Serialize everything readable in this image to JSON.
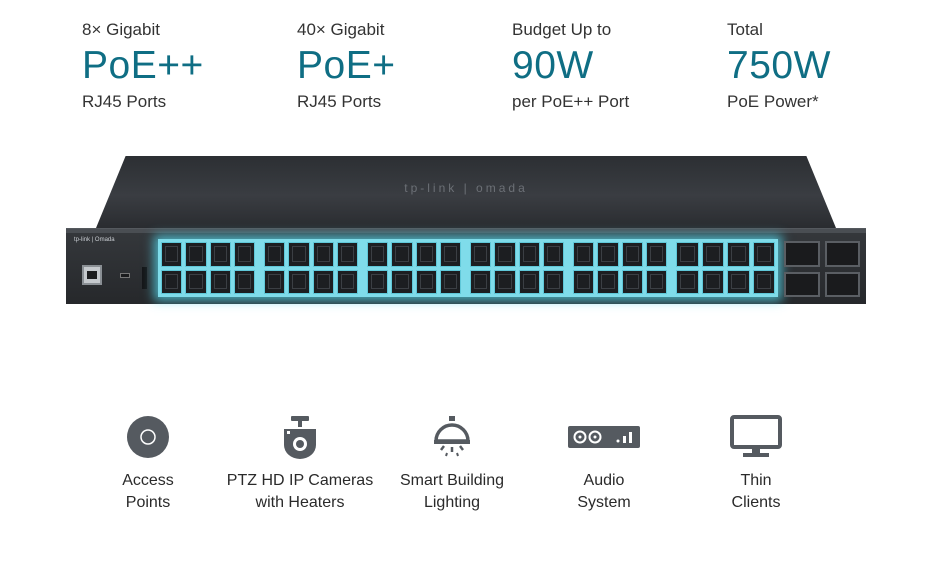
{
  "stats": [
    {
      "top": "8× Gigabit",
      "big": "PoE++",
      "bottom": "RJ45 Ports"
    },
    {
      "top": "40× Gigabit",
      "big": "PoE+",
      "bottom": "RJ45 Ports"
    },
    {
      "top": "Budget Up to",
      "big": "90W",
      "bottom": "per PoE++ Port"
    },
    {
      "top": "Total",
      "big": "750W",
      "bottom": "PoE Power*"
    }
  ],
  "device": {
    "top_brand": "tp-link | omada",
    "front_logo": "tp-link | Omada"
  },
  "applications": [
    {
      "icon": "access-point-icon",
      "line1": "Access",
      "line2": "Points"
    },
    {
      "icon": "ptz-camera-icon",
      "line1": "PTZ HD IP Cameras",
      "line2": "with Heaters"
    },
    {
      "icon": "smart-lighting-icon",
      "line1": "Smart Building",
      "line2": "Lighting"
    },
    {
      "icon": "audio-system-icon",
      "line1": "Audio",
      "line2": "System"
    },
    {
      "icon": "thin-client-icon",
      "line1": "Thin",
      "line2": "Clients"
    }
  ],
  "colors": {
    "accent": "#0f6e84",
    "glow": "#54d7eb",
    "icon": "#555a60"
  }
}
